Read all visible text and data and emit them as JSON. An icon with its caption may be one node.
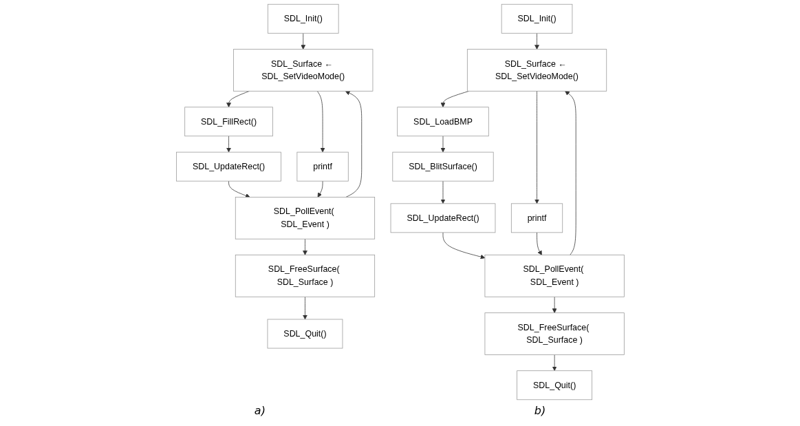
{
  "diagram": {
    "nodes": [
      {
        "text": [
          "SDL_Init()"
        ]
      },
      {
        "text": [
          "SDL_Surface ← SDL_SetVideoMode()"
        ]
      },
      {
        "text": [
          "SDL_FillRect()"
        ]
      },
      {
        "text": [
          "printf"
        ]
      },
      {
        "text": [
          "SDL_UpdateRect()"
        ]
      },
      {
        "text": [
          "SDL_PollEvent( SDL_Event )"
        ]
      },
      {
        "text": [
          "SDL_FreeSurface( SDL_Surface )"
        ]
      },
      {
        "text": [
          "SDL_Quit()"
        ]
      },
      {
        "text": [
          "SDL_Init()"
        ]
      },
      {
        "text": [
          "SDL_Surface ← SDL_SetVideoMode()"
        ]
      },
      {
        "text": [
          "SDL_LoadBMP"
        ]
      },
      {
        "text": [
          "printf"
        ]
      },
      {
        "text": [
          "SDL_BlitSurface()"
        ]
      },
      {
        "text": [
          "SDL_UpdateRect()"
        ]
      },
      {
        "text": [
          "SDL_PollEvent( SDL_Event )"
        ]
      },
      {
        "text": [
          "SDL_FreeSurface( SDL_Surface )"
        ]
      },
      {
        "text": [
          "SDL_Quit()"
        ]
      }
    ],
    "edges": [
      {
        "from": 0,
        "to": 1,
        "arrow": "to"
      },
      {
        "from": 1,
        "to": 2,
        "arrow": "to"
      },
      {
        "from": 1,
        "to": 3,
        "arrow": "to"
      },
      {
        "from": 2,
        "to": 4,
        "arrow": "to"
      },
      {
        "from": 4,
        "to": 5,
        "arrow": "to"
      },
      {
        "from": 3,
        "to": 5,
        "arrow": "to"
      },
      {
        "from": 5,
        "to": 1,
        "arrow": "to"
      },
      {
        "from": 5,
        "to": 6,
        "arrow": "to"
      },
      {
        "from": 6,
        "to": 7,
        "arrow": "to"
      },
      {
        "from": 8,
        "to": 9,
        "arrow": "to"
      },
      {
        "from": 9,
        "to": 10,
        "arrow": "to"
      },
      {
        "from": 9,
        "to": 11,
        "arrow": "to"
      },
      {
        "from": 10,
        "to": 12,
        "arrow": "to"
      },
      {
        "from": 12,
        "to": 13,
        "arrow": "to"
      },
      {
        "from": 13,
        "to": 14,
        "arrow": "to"
      },
      {
        "from": 11,
        "to": 14,
        "arrow": "to"
      },
      {
        "from": 14,
        "to": 9,
        "arrow": "to"
      },
      {
        "from": 14,
        "to": 15,
        "arrow": "to"
      },
      {
        "from": 15,
        "to": 16,
        "arrow": "to"
      }
    ],
    "labels": [
      "a)",
      "b)"
    ]
  }
}
